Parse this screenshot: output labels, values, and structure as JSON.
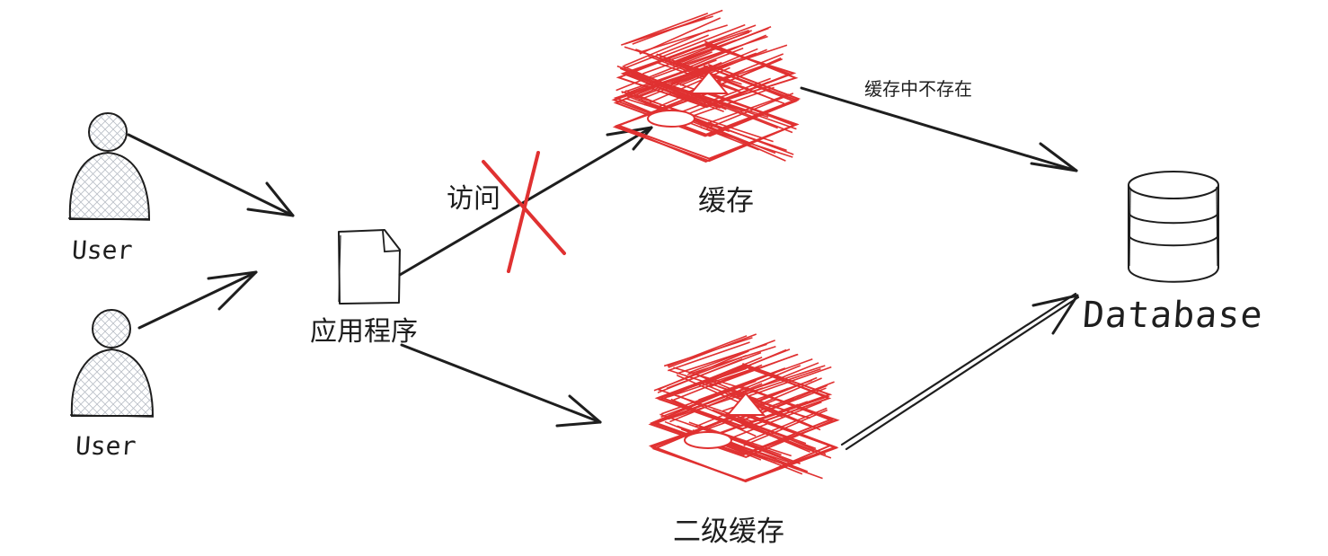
{
  "nodes": {
    "user_top": {
      "label": "User"
    },
    "user_bottom": {
      "label": "User"
    },
    "application": {
      "label": "应用程序"
    },
    "cache": {
      "label": "缓存"
    },
    "second_cache": {
      "label": "二级缓存"
    },
    "database": {
      "label": "Database"
    }
  },
  "edges": {
    "access": {
      "label": "访问",
      "blocked": true
    },
    "cache_miss": {
      "label": "缓存中不存在"
    }
  },
  "colors": {
    "stroke": "#1e1e1e",
    "cache_red": "#e03131",
    "user_fill": "#e9ecef",
    "hatch": "#b8bec6"
  }
}
